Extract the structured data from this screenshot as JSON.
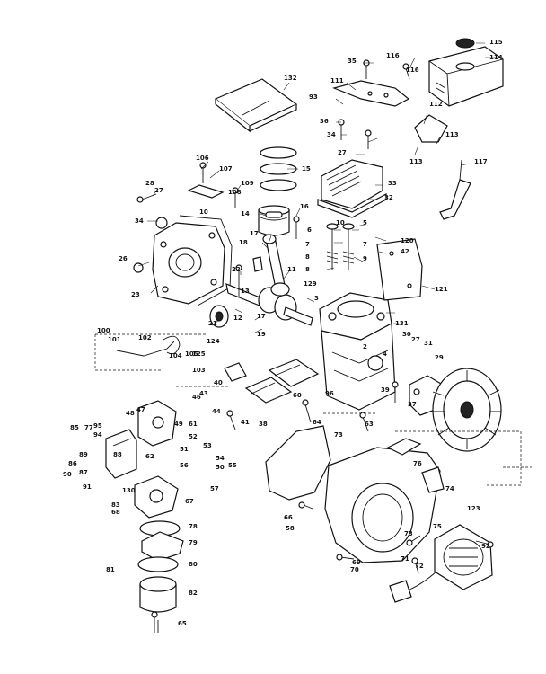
{
  "diagram": {
    "labels": [
      "35",
      "116",
      "115",
      "114",
      "132",
      "111",
      "93",
      "36",
      "34",
      "27",
      "116",
      "112",
      "113",
      "113",
      "117",
      "15",
      "33",
      "32",
      "106",
      "107",
      "28",
      "27",
      "109",
      "108",
      "10",
      "34",
      "14",
      "16",
      "6",
      "10",
      "5",
      "7",
      "7",
      "9",
      "8",
      "8",
      "120",
      "42",
      "17",
      "18",
      "26",
      "23",
      "22",
      "11",
      "13",
      "129",
      "3",
      "121",
      "21",
      "12",
      "17",
      "19",
      "131",
      "100",
      "101",
      "102",
      "104",
      "105",
      "124",
      "125",
      "103",
      "30",
      "27",
      "31",
      "29",
      "2",
      "4",
      "37",
      "39",
      "46",
      "43",
      "40",
      "47",
      "48",
      "41",
      "60",
      "44",
      "38",
      "61",
      "52",
      "51",
      "53",
      "54",
      "50",
      "56",
      "55",
      "96",
      "73",
      "63",
      "64",
      "89",
      "49",
      "95",
      "94",
      "85",
      "62",
      "88",
      "86",
      "87",
      "90",
      "91",
      "77",
      "130",
      "57",
      "67",
      "83",
      "68",
      "78",
      "79",
      "80",
      "81",
      "82",
      "65",
      "66",
      "58",
      "69",
      "70",
      "75",
      "72",
      "71",
      "76",
      "74",
      "73",
      "123",
      "92"
    ]
  }
}
